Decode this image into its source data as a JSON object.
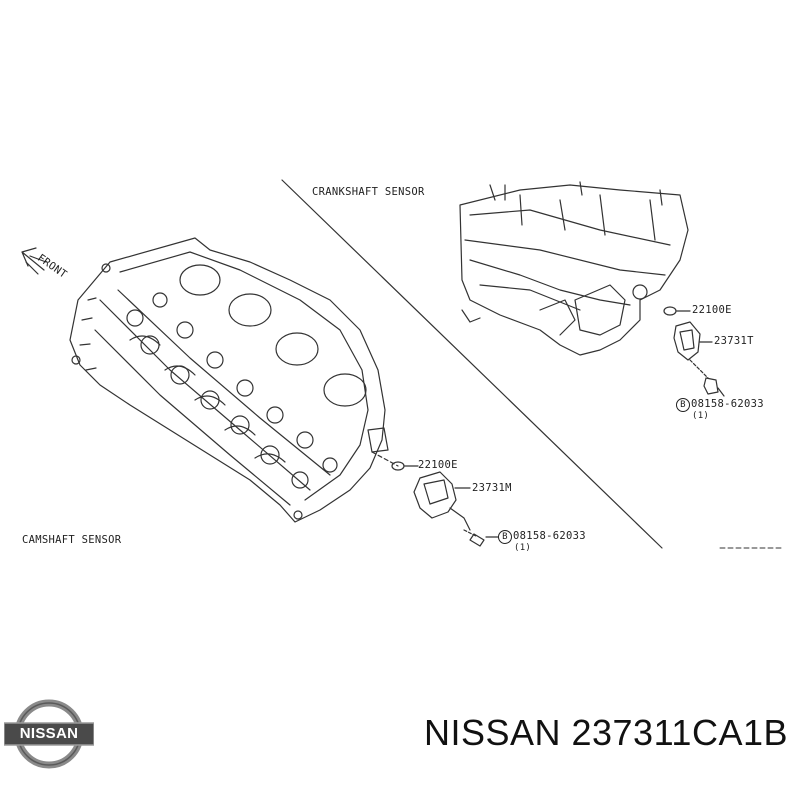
{
  "diagram": {
    "front_label": "FRONT",
    "crankshaft_sensor_label": "CRANKSHAFT SENSOR",
    "camshaft_sensor_label": "CAMSHAFT SENSOR",
    "crank_parts": {
      "oring": "22100E",
      "sensor": "23731T",
      "bolt_prefix": "B",
      "bolt": "08158-62033",
      "qty": "(1)"
    },
    "cam_parts": {
      "oring": "22100E",
      "sensor": "23731M",
      "bolt_prefix": "B",
      "bolt": "08158-62033",
      "qty": "(1)"
    }
  },
  "footer": {
    "brand_logo_text": "NISSAN",
    "part_title": "NISSAN 237311CA1B"
  },
  "colors": {
    "line": "#333333",
    "background": "#ffffff",
    "logo_dark": "#4a4a4a",
    "logo_ring": "#8a8a8a"
  }
}
